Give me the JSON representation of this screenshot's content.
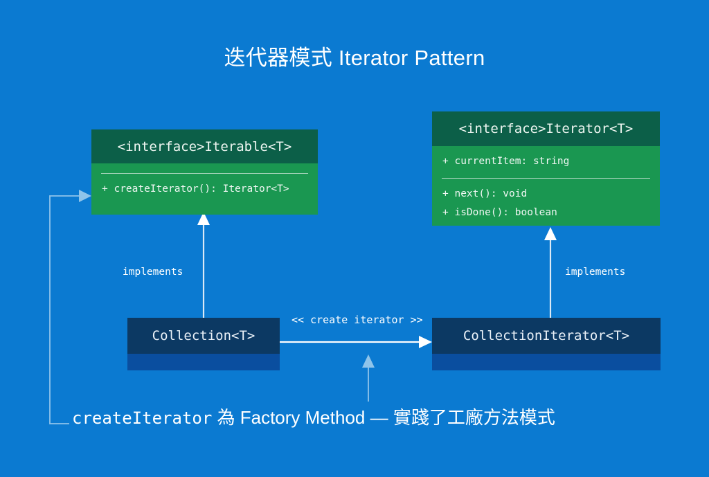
{
  "page": {
    "title": "迭代器模式 Iterator Pattern",
    "background_color": "#0b7ad1"
  },
  "colors": {
    "background": "#0b7ad1",
    "interface_header": "#0c5f48",
    "interface_body": "#1a9751",
    "class_header": "#0c3963",
    "class_body": "#0a4e9f",
    "line": "#ffffff",
    "annotation_line": "#8fc4ea",
    "text": "#ffffff"
  },
  "classes": {
    "iterable": {
      "name": "<interface>Iterable<T>",
      "attributes": [],
      "methods": [
        "+ createIterator(): Iterator<T>"
      ]
    },
    "iterator": {
      "name": "<interface>Iterator<T>",
      "attributes": [
        "+ currentItem: string"
      ],
      "methods": [
        "+ next(): void",
        "+ isDone(): boolean"
      ]
    },
    "collection": {
      "name": "Collection<T>",
      "attributes": [],
      "methods": []
    },
    "collection_iterator": {
      "name": "CollectionIterator<T>",
      "attributes": [],
      "methods": []
    }
  },
  "edges": {
    "implements_left": "implements",
    "implements_right": "implements",
    "create_iterator": "<< create iterator >>"
  },
  "caption": {
    "mono_part": "createIterator",
    "rest_part": " 為 Factory Method — 實踐了工廠方法模式",
    "full": "createIterator 為 Factory Method — 實踐了工廠方法模式"
  }
}
